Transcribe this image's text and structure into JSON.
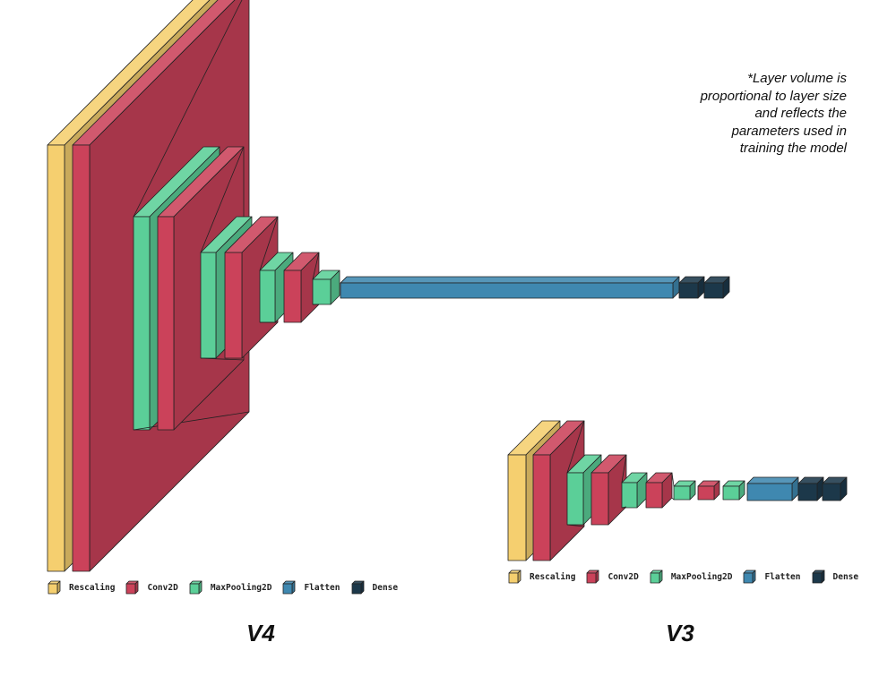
{
  "note": "*Layer volume is\nproportional to layer size\nand reflects the\nparameters used in\ntraining the model",
  "colors": {
    "Rescaling": "#f5cf6f",
    "Conv2D": "#cb425a",
    "MaxPooling2D": "#5bcf98",
    "Flatten": "#3f88b0",
    "Dense": "#1c384a"
  },
  "models": [
    {
      "label": "V4",
      "legend": [
        "Rescaling",
        "Conv2D",
        "MaxPooling2D",
        "Flatten",
        "Dense"
      ]
    },
    {
      "label": "V3",
      "legend": [
        "Rescaling",
        "Conv2D",
        "MaxPooling2D",
        "Flatten",
        "Dense"
      ]
    }
  ]
}
